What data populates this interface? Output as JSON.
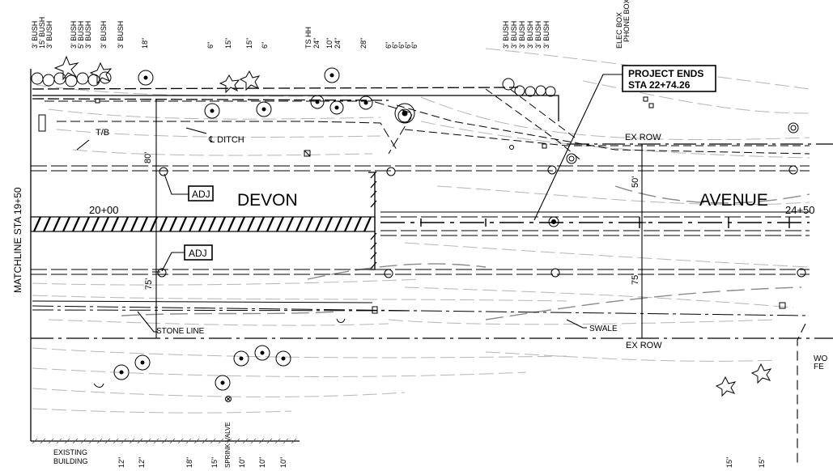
{
  "street": {
    "name_left": "DEVON",
    "name_right": "AVENUE"
  },
  "callouts": {
    "project_ends_line1": "PROJECT ENDS",
    "project_ends_line2": "STA 22+74.26",
    "adj_upper": "ADJ",
    "adj_lower": "ADJ"
  },
  "labels": {
    "matchline": "MATCHLINE STA 19+50",
    "station_2000": "20+00",
    "station_2450": "24+50",
    "ditch": "℄ DITCH",
    "tb": "T/B",
    "ex_row_top": "EX ROW",
    "ex_row_bottom": "EX ROW",
    "stone_line": "STONE LINE",
    "swale": "SWALE",
    "existing_building_1": "EXISTING",
    "existing_building_2": "BUILDING",
    "wo_fence_1": "WO",
    "wo_fence_2": "FE",
    "dim_80": "80'",
    "dim_75_left": "75'",
    "dim_50": "50'",
    "dim_75_right": "75'"
  },
  "top_labels": [
    "3' BUSH",
    "15' BUSH",
    "3' BUSH",
    "3' BUSH",
    "5' BUSH",
    "3' BUSH",
    "3' BUSH",
    "3' BUSH",
    "18\"",
    "6\"",
    "15\"",
    "15\"",
    "6\"",
    "TS HH",
    "24\"",
    "10\"",
    "24\"",
    "28\"",
    "6\"",
    "6\"",
    "6\"",
    "6\"",
    "6\"",
    "3' BUSH",
    "3' BUSH",
    "3' BUSH",
    "3' BUSH",
    "3' BUSH",
    "3' BUSH",
    "ELEC BOX",
    "PHONE BOX"
  ],
  "bottom_labels": [
    "12\"",
    "12\"",
    "18\"",
    "15\"",
    "SPRINK VALVE",
    "10\"",
    "10\"",
    "10\"",
    "15\"",
    "15\""
  ]
}
